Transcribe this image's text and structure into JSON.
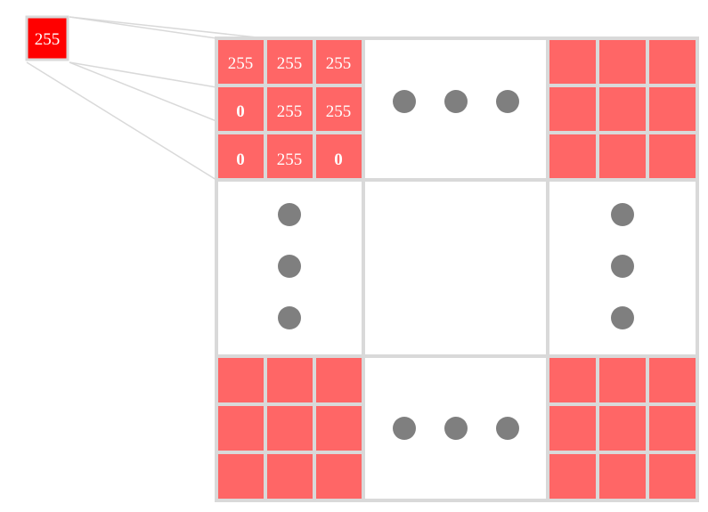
{
  "zoomed_pixel": {
    "value": "255",
    "color": "#ff0000"
  },
  "colors": {
    "pixel_fill": "#ff6666",
    "grid_stroke": "#d9d9d9",
    "ellipsis_dot": "#7f7f7f",
    "panel_fill": "#ffffff"
  },
  "top_left_block": {
    "rows": [
      [
        "255",
        "255",
        "255"
      ],
      [
        "0",
        "255",
        "255"
      ],
      [
        "0",
        "255",
        "0"
      ]
    ]
  },
  "ellipsis": {
    "horizontal_dots": 3,
    "vertical_dots": 3
  }
}
